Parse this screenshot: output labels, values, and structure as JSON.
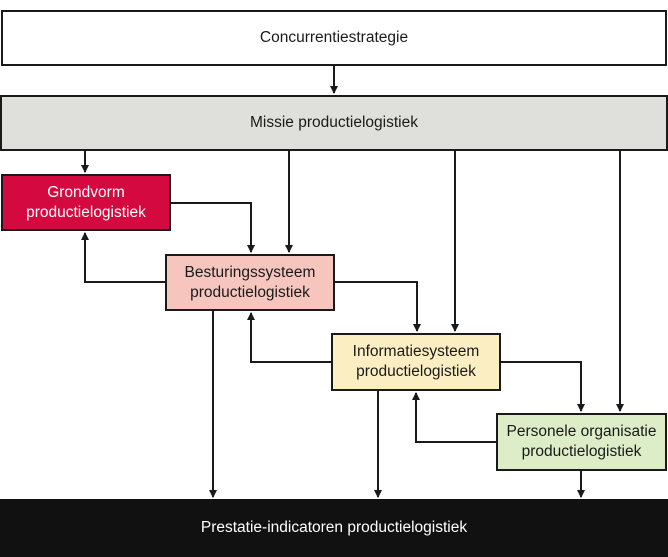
{
  "boxes": {
    "concurrentie": {
      "label": "Concurrentiestrategie"
    },
    "missie": {
      "label": "Missie productielogistiek"
    },
    "grondvorm": {
      "line1": "Grondvorm",
      "line2": "productielogistiek",
      "color": "#d4093f"
    },
    "besturing": {
      "line1": "Besturingssysteem",
      "line2": "productielogistiek",
      "color": "#f5c5be"
    },
    "informatie": {
      "line1": "Informatiesysteem",
      "line2": "productielogistiek",
      "color": "#fceec3"
    },
    "personeel": {
      "line1": "Personele organisatie",
      "line2": "productielogistiek",
      "color": "#ddedc8"
    },
    "prestatie": {
      "label": "Prestatie-indicatoren productielogistiek"
    }
  }
}
